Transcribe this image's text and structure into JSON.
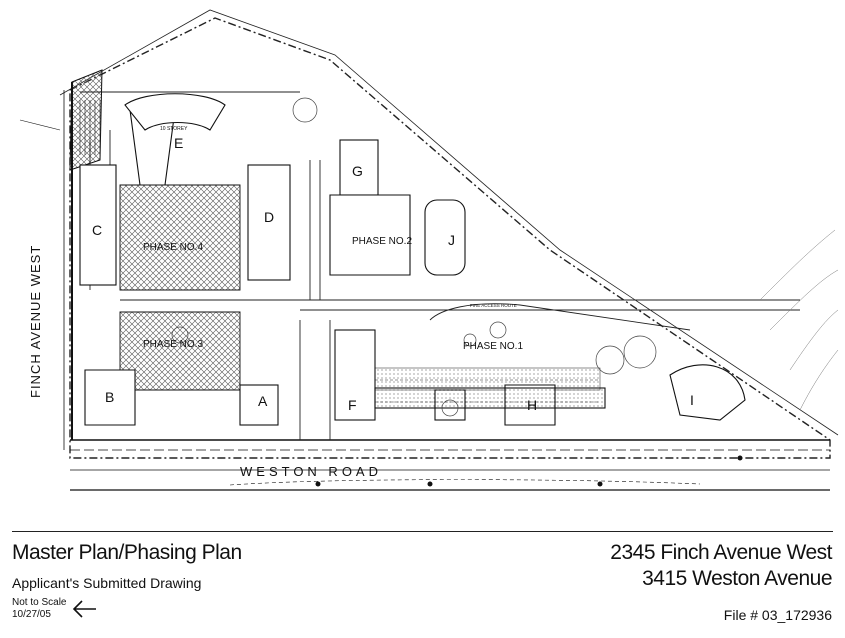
{
  "plan": {
    "street_left": "FINCH AVENUE WEST",
    "street_bottom": "WESTON ROAD",
    "buildings": {
      "a": "A",
      "b": "B",
      "c": "C",
      "d": "D",
      "e": "E",
      "f": "F",
      "g": "G",
      "h": "H",
      "i": "I",
      "j": "J"
    },
    "phases": {
      "p1": "PHASE NO.1",
      "p2": "PHASE NO.2",
      "p3": "PHASE NO.3",
      "p4": "PHASE NO.4"
    },
    "notes": {
      "storey": "10 STOREY",
      "fire_route": "FIRE ACCESS ROUTE"
    }
  },
  "footer": {
    "title": "Master Plan/Phasing Plan",
    "subtitle": "Applicant's Submitted Drawing",
    "scale": "Not to Scale",
    "date": "10/27/05",
    "address_line1": "2345 Finch Avenue West",
    "address_line2": "3415 Weston Avenue",
    "file_number": "File # 03_172936"
  }
}
